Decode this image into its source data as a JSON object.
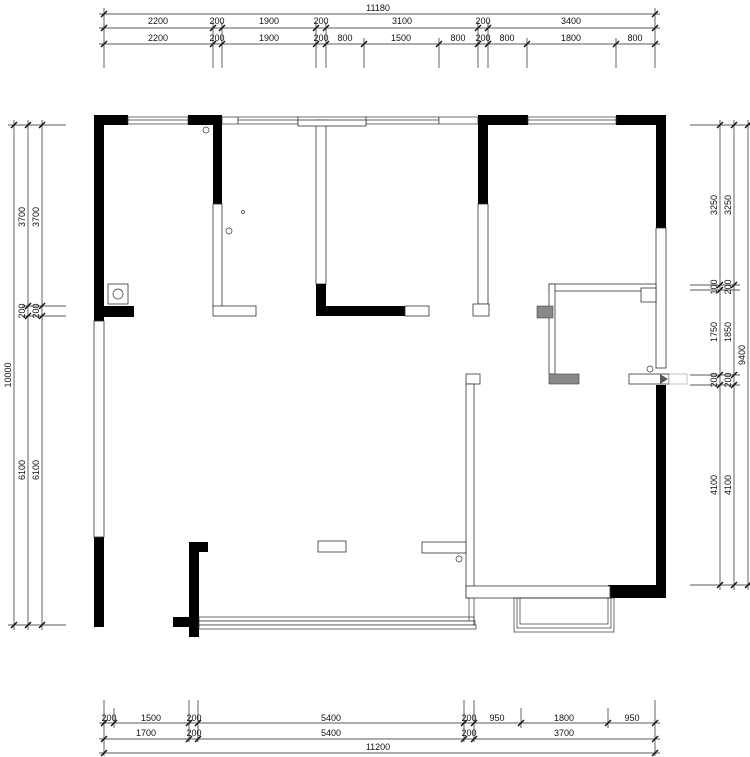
{
  "top": {
    "overall": "11180",
    "row1": [
      "2200",
      "200",
      "1900",
      "200",
      "3100",
      "200",
      "3400"
    ],
    "row2": [
      "2200",
      "200",
      "1900",
      "200",
      "800",
      "1500",
      "800",
      "200",
      "800",
      "1800",
      "800"
    ]
  },
  "bottom": {
    "row1": [
      "200",
      "1500",
      "200",
      "5400",
      "200",
      "950",
      "1800",
      "950"
    ],
    "row2": [
      "1700",
      "200",
      "5400",
      "200",
      "3700"
    ],
    "overall": "11200"
  },
  "left": {
    "overall": "10000",
    "col": [
      "3700",
      "200",
      "6100"
    ]
  },
  "right": {
    "col1": [
      "3250",
      "100",
      "1750",
      "200",
      "4100"
    ],
    "col2": [
      "3250",
      "200",
      "1850",
      "200",
      "4100"
    ],
    "overall": "9400"
  }
}
